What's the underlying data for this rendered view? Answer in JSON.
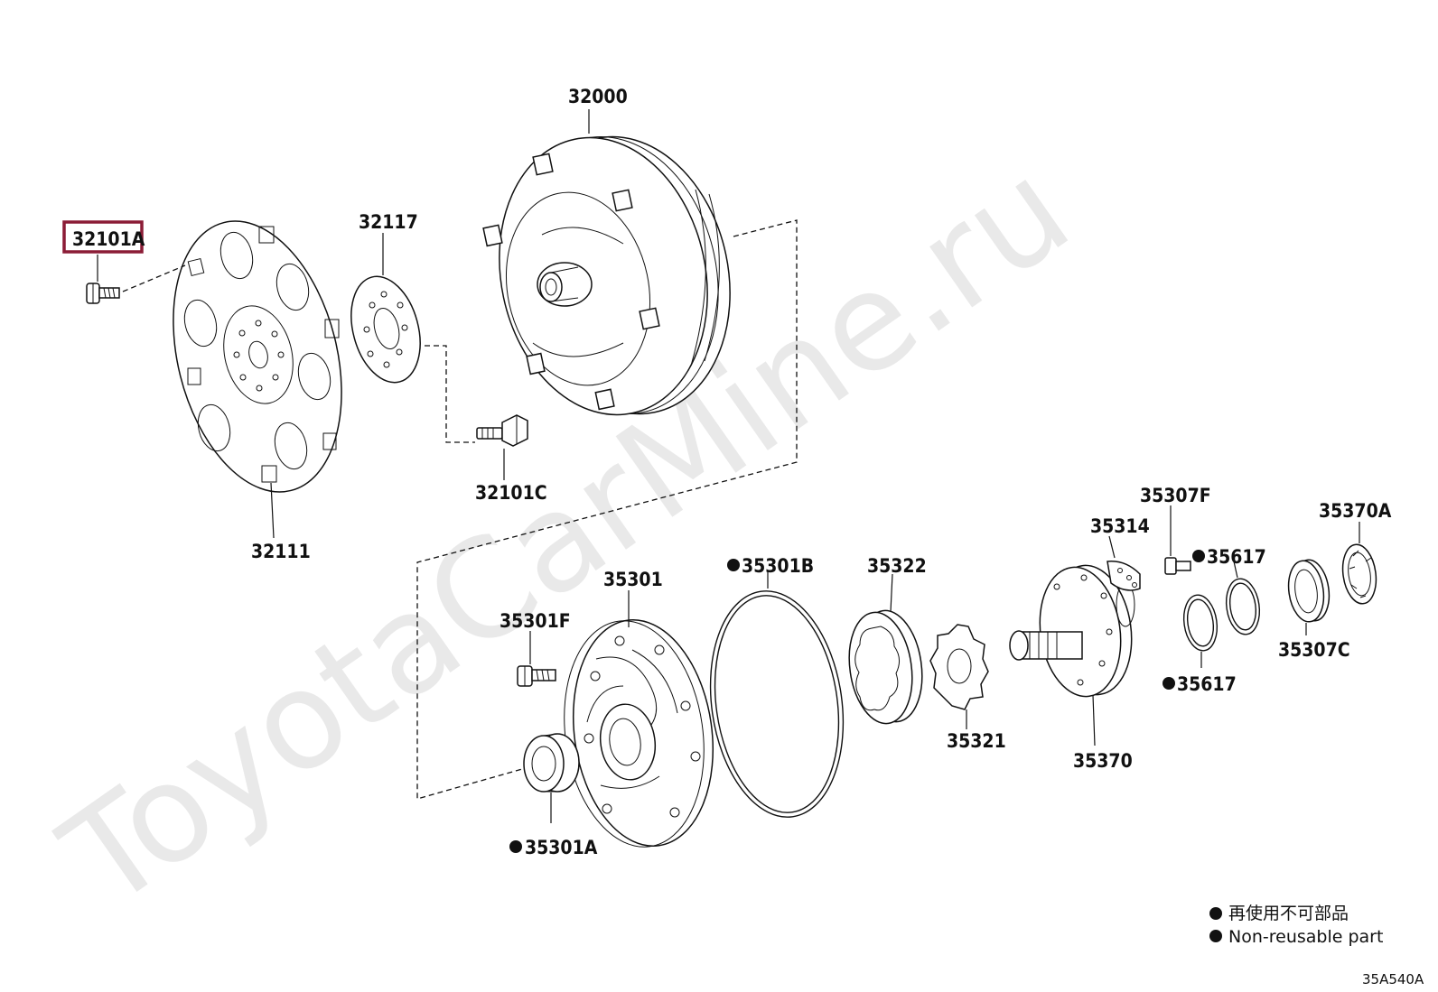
{
  "watermark": "ToyotaCarMine.ru",
  "highlight_color": "#8b1c36",
  "labels": {
    "p32000": "32000",
    "p32101A": "32101A",
    "p32117": "32117",
    "p32111": "32111",
    "p32101C": "32101C",
    "p35307F": "35307F",
    "p35370A": "35370A",
    "p35314": "35314",
    "p35617a": "35617",
    "p35301B": "35301B",
    "p35322": "35322",
    "p35301": "35301",
    "p35301F": "35301F",
    "p35617b": "35617",
    "p35307C": "35307C",
    "p35321": "35321",
    "p35370": "35370",
    "p35301A": "35301A"
  },
  "legend": {
    "line1": "再使用不可部品",
    "line2": "Non-reusable part"
  },
  "diagram_code": "35A540A"
}
